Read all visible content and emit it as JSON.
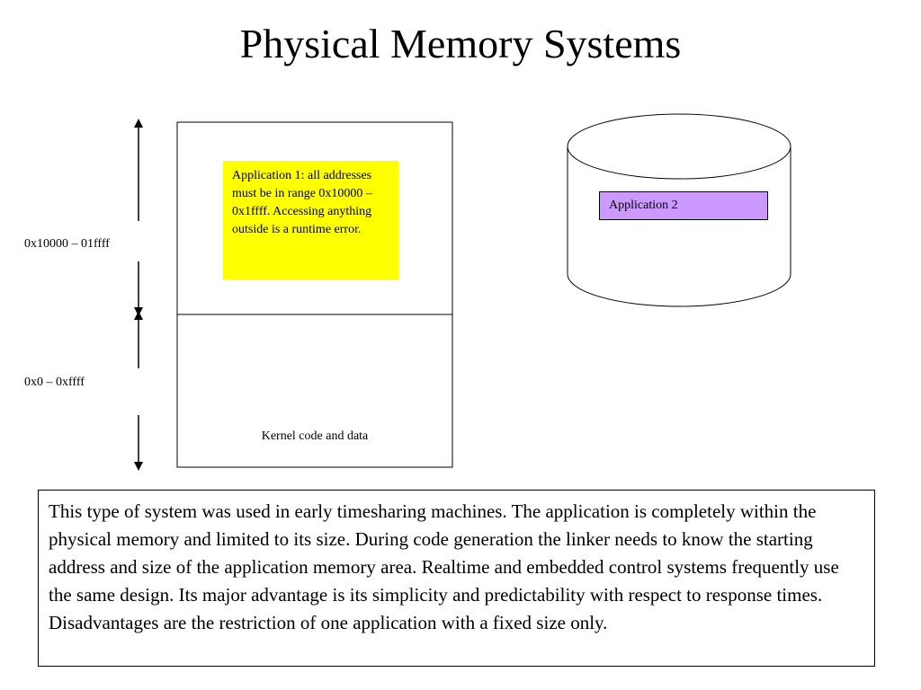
{
  "title": "Physical Memory Systems",
  "memory": {
    "upper_range_label": "0x10000 – 01ffff",
    "lower_range_label": "0x0 – 0xffff",
    "application1_text": "Application 1: all addresses must be in range 0x10000 – 0x1ffff. Accessing anything outside is a runtime error.",
    "kernel_label": "Kernel code and data"
  },
  "disk": {
    "application2_label": "Application 2"
  },
  "description": "This type of system was used in early timesharing machines. The application is completely within the physical memory and limited to its size. During code generation the linker needs to know the starting address and size of the application memory area. Realtime and embedded control systems frequently use the same design. Its major advantage is its simplicity and predictability with respect to response times. Disadvantages are the restriction of one application with a fixed size only.",
  "colors": {
    "application1_fill": "#ffff00",
    "application2_fill": "#cc99ff",
    "line": "#000000",
    "background": "#ffffff"
  }
}
